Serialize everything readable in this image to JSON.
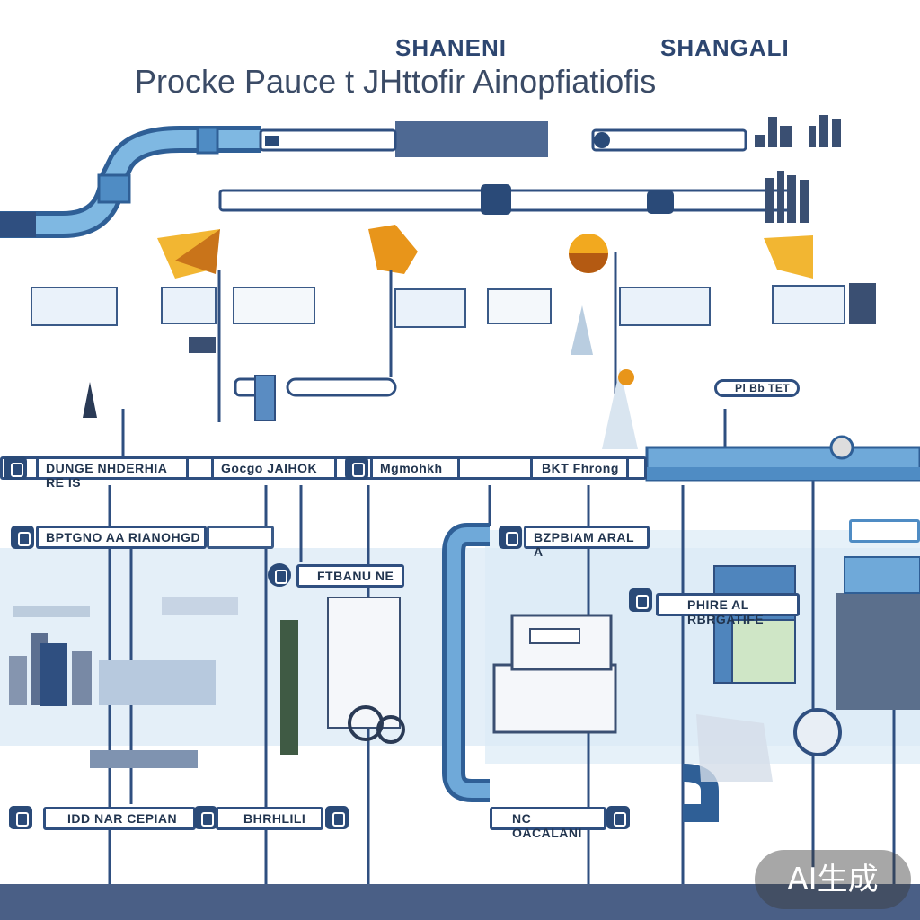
{
  "header": {
    "top_left": "SHANENI",
    "top_right": "SHANGALI",
    "main": "Procke Pauce t JHttofir Ainopfiatiofis"
  },
  "labels": {
    "row1_a": "DUNGE NHDERHIA RE IS",
    "row1_b": "Gocgo JAIHOK",
    "row1_c": "Mgmohkh",
    "row1_d": "BKT Fhrong",
    "row2_a": "BPTGNO AA RIANOHGD",
    "row2_b": "FTBANU NE",
    "row2_c": "BZPBIAM ARAL A",
    "row2_d": "PHIRE AL RBRGATIFE",
    "row3_a": "IDD NAR CEPIAN",
    "row3_b": "BHRHLILI",
    "row3_c": "NC OACALANI",
    "top_pill": "Pl Bb TET"
  },
  "watermark": "AI生成",
  "colors": {
    "navy": "#2a4a78",
    "pipe": "#6aa8d8",
    "pipe_dark": "#2f5f96",
    "gold": "#e8a21a",
    "sky": "#cfe3f3"
  }
}
